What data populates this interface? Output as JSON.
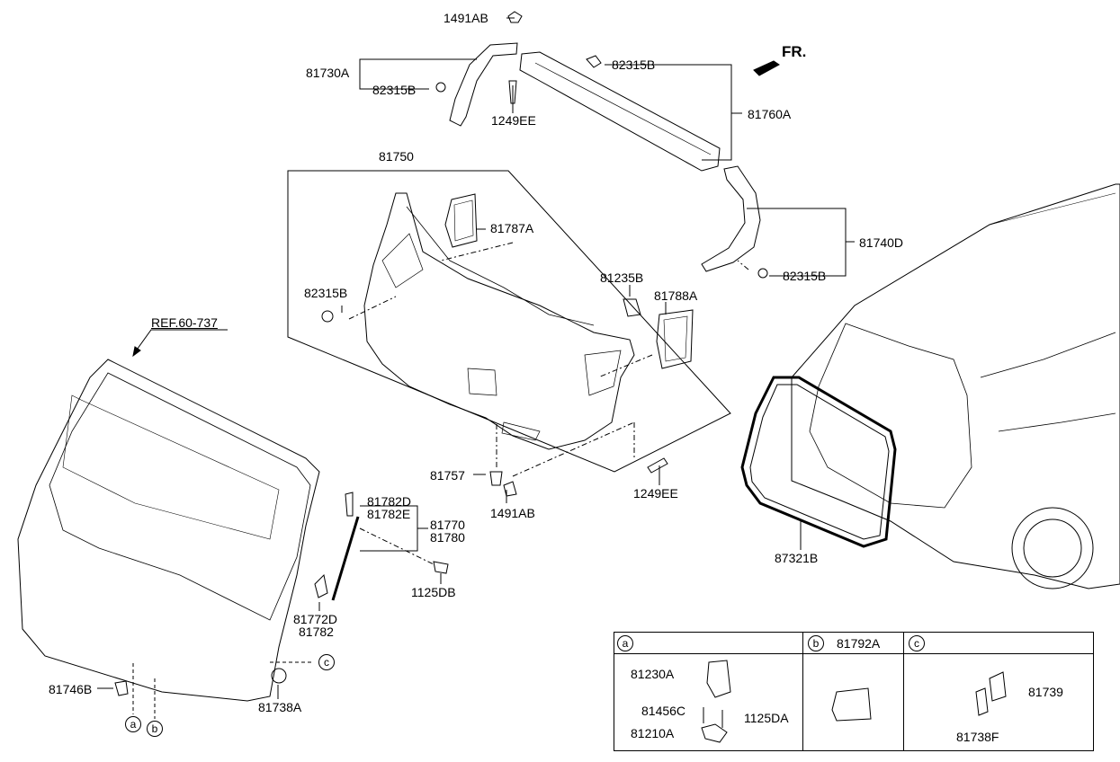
{
  "header": {
    "reference": "REF.60-737",
    "direction": "FR."
  },
  "parts": {
    "p1491AB_top": "1491AB",
    "p81730A": "81730A",
    "p82315B_a": "82315B",
    "p1249EE_top": "1249EE",
    "p82315B_b": "82315B",
    "p81760A": "81760A",
    "p81750": "81750",
    "p81787A": "81787A",
    "p82315B_c": "82315B",
    "p81235B": "81235B",
    "p81788A": "81788A",
    "p81740D": "81740D",
    "p82315B_d": "82315B",
    "p81757": "81757",
    "p1491AB_bot": "1491AB",
    "p1249EE_bot": "1249EE",
    "p81782D": "81782D",
    "p81782E": "81782E",
    "p81770": "81770",
    "p81780": "81780",
    "p1125DB": "1125DB",
    "p81772D": "81772D",
    "p81782": "81782",
    "p81746B": "81746B",
    "p81738A": "81738A",
    "p87321B": "87321B"
  },
  "callouts": {
    "a": "a",
    "b": "b",
    "c": "c"
  },
  "legend": {
    "col_a": {
      "marker": "a",
      "parts": [
        "81230A",
        "81456C",
        "1125DA",
        "81210A"
      ]
    },
    "col_b": {
      "marker": "b",
      "title": "81792A"
    },
    "col_c": {
      "marker": "c",
      "parts": [
        "81739",
        "81738F"
      ]
    }
  }
}
